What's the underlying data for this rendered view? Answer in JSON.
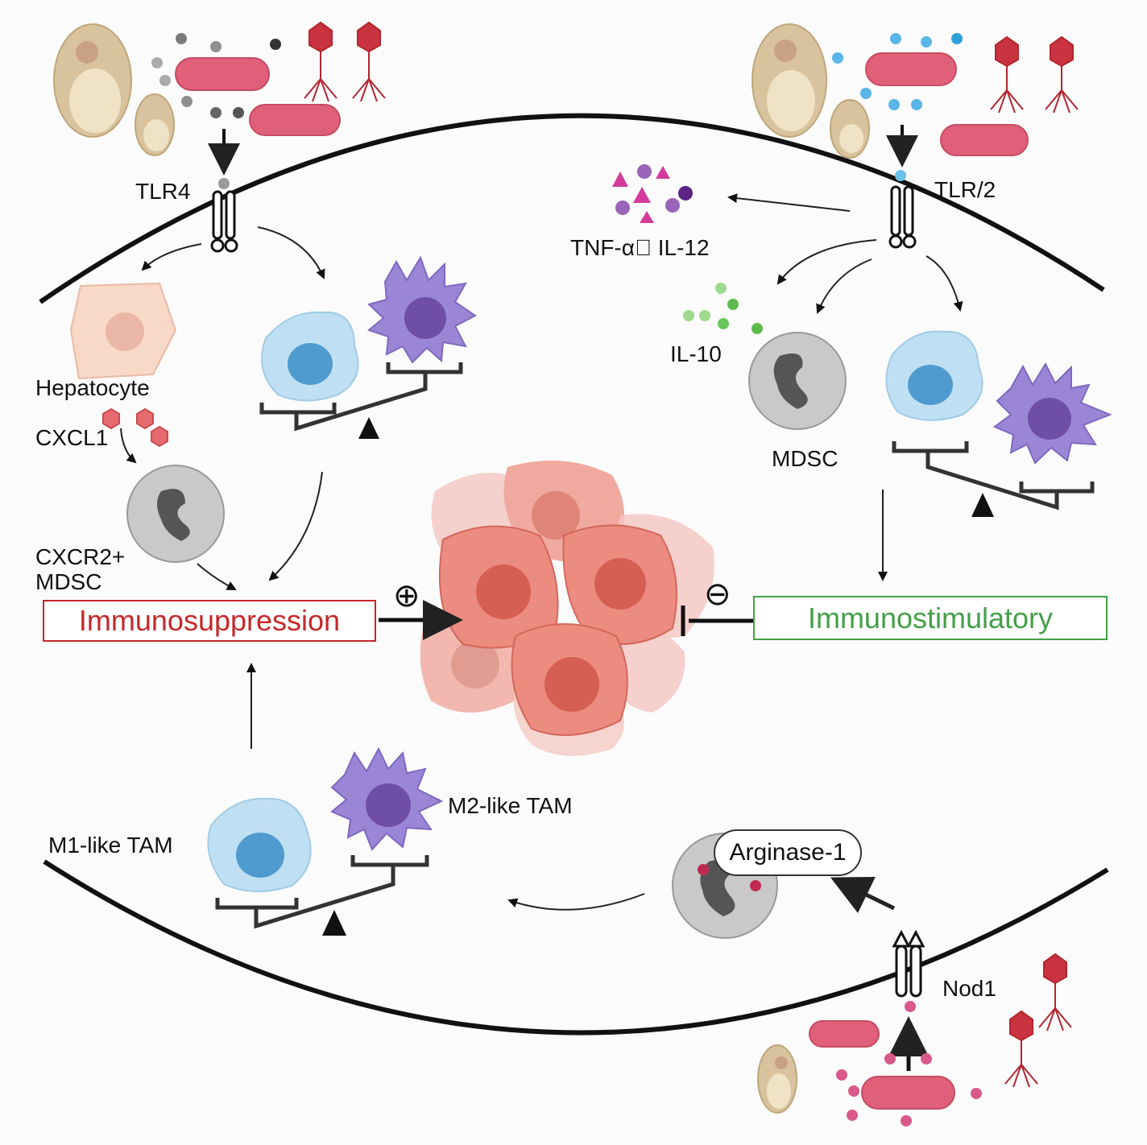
{
  "labels": {
    "tlr4": "TLR4",
    "tlr2": "TLR/2",
    "cytokines_pro": "TNF-α\u0000 IL-12",
    "il10": "IL-10",
    "hepatocyte": "Hepatocyte",
    "cxcl1": "CXCL1",
    "cxcr2_mdsc": "CXCR2+\nMDSC",
    "mdsc": "MDSC",
    "m1_tam": "M1-like TAM",
    "m2_tam": "M2-like TAM",
    "arginase": "Arginase-1",
    "nod1": "Nod1"
  },
  "boxes": {
    "immunosuppression": "Immunosuppression",
    "immunostimulatory": "Immunostimulatory"
  },
  "symbols": {
    "plus": "⊕",
    "minus": "⊖"
  },
  "colors": {
    "suppression": "#c62828",
    "stimulation": "#43a047",
    "bacteria": "#e0607a",
    "phage": "#c8333f",
    "macrophage": "#bfe0f2",
    "m2": "#9b86d6",
    "tumor": "#ea8d80",
    "mdsc": "#c9c9c9"
  }
}
